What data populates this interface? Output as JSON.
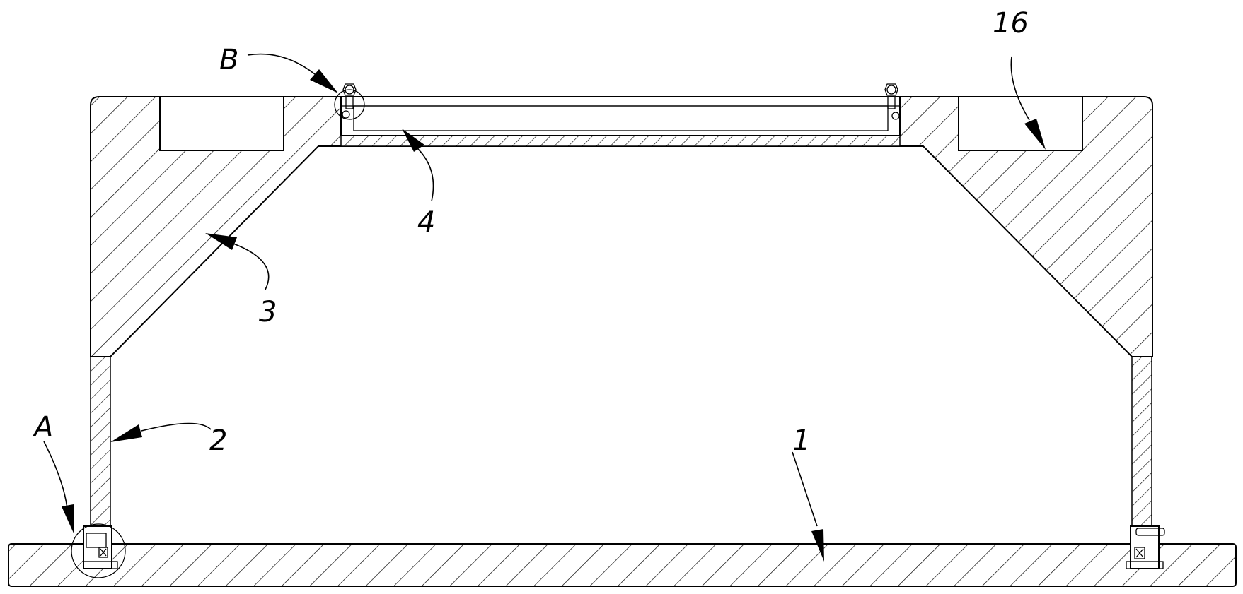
{
  "labels": {
    "A": "A",
    "B": "B",
    "one": "1",
    "two": "2",
    "three": "3",
    "four": "4",
    "sixteen": "16"
  }
}
